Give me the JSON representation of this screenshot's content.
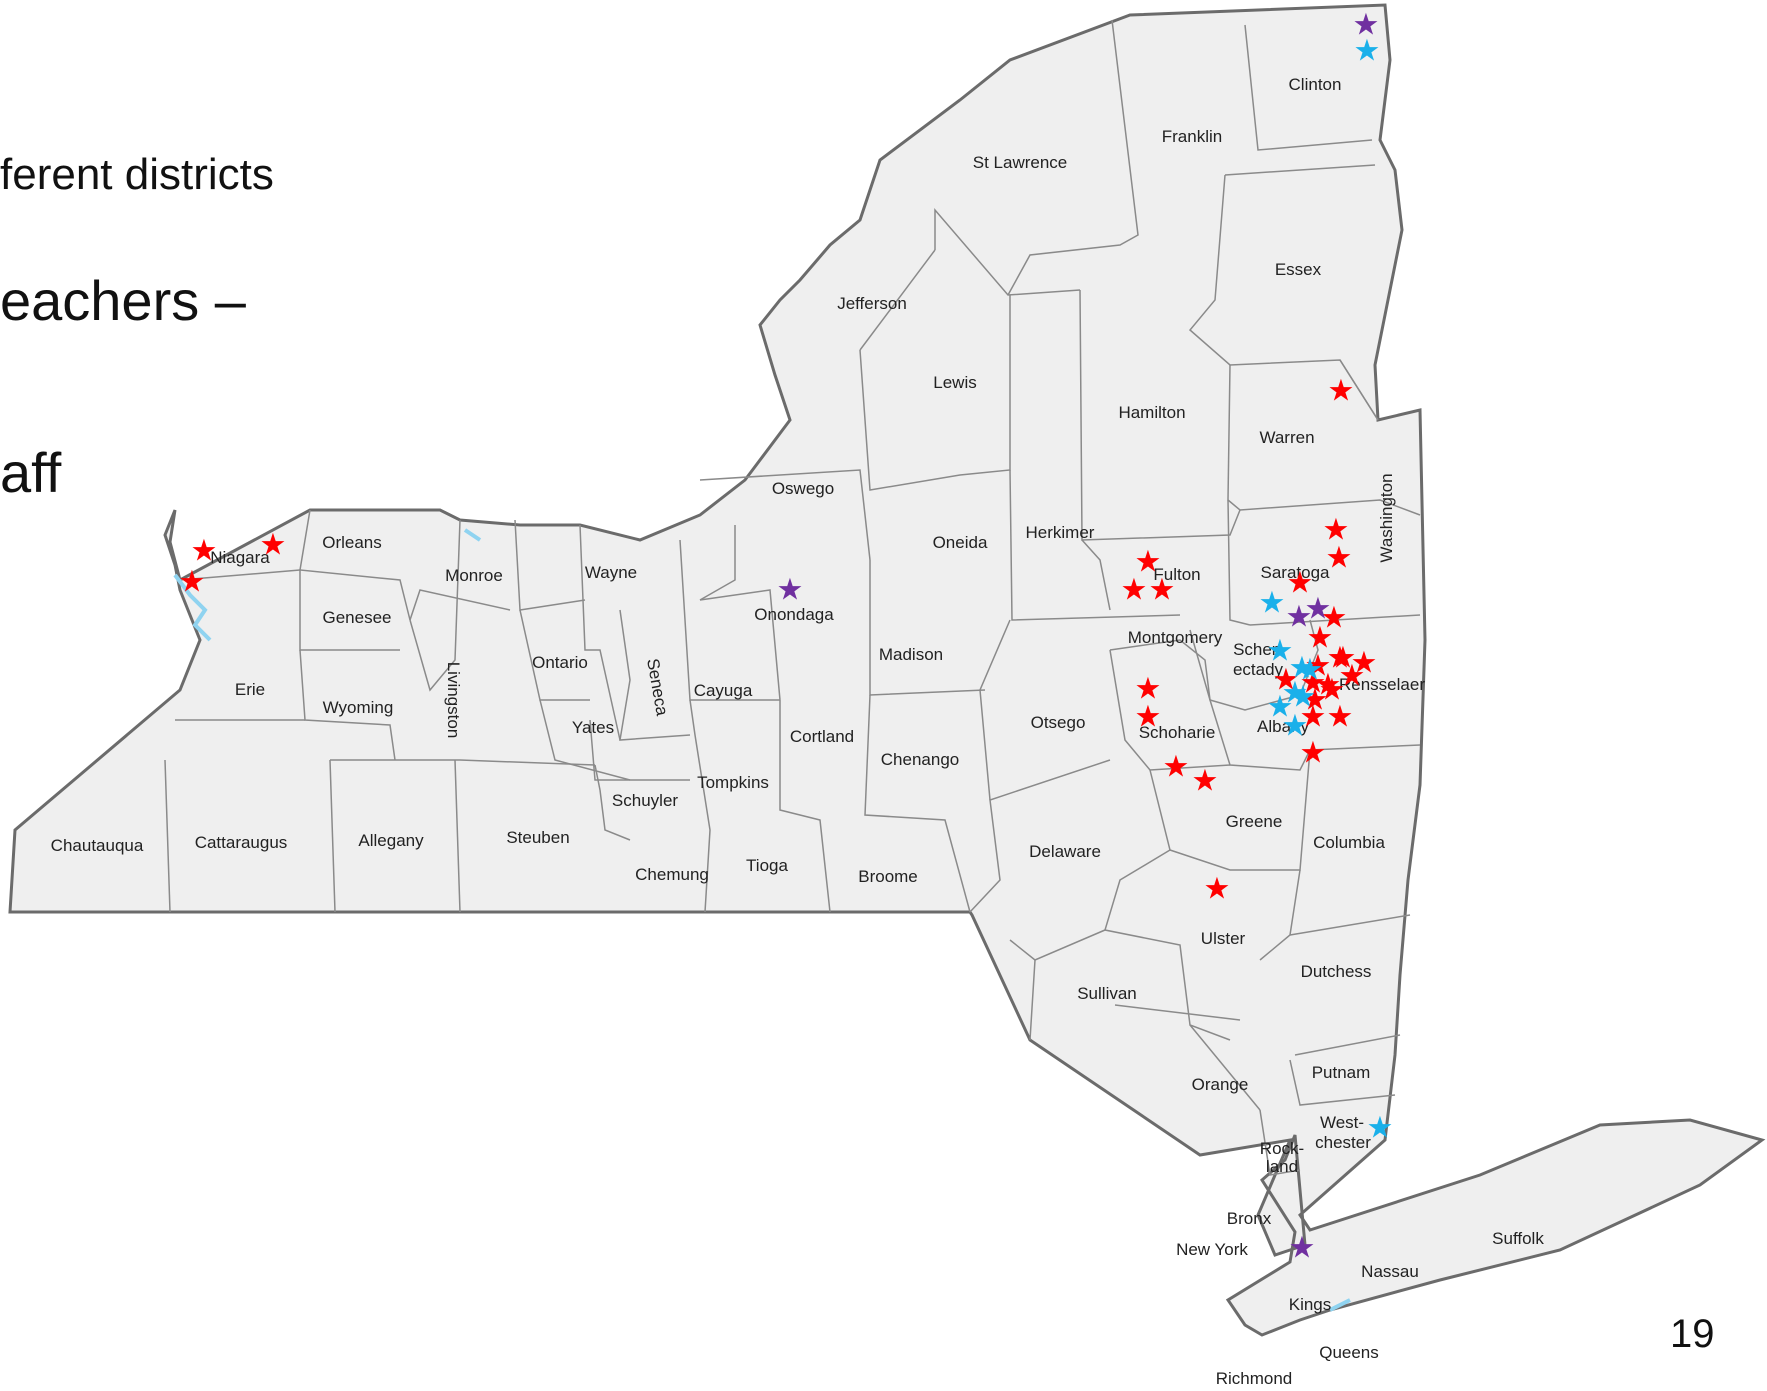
{
  "slide": {
    "bullets": [
      "ferent districts",
      "eachers –",
      "aff"
    ],
    "page_number": "19"
  },
  "colors": {
    "land": "#efefef",
    "border": "#6b6b6b",
    "water": "#8fd3f0",
    "star_red": "#ff0000",
    "star_blue": "#1ab0ea",
    "star_purple": "#7030a0"
  },
  "map": {
    "counties": [
      "Clinton",
      "Franklin",
      "St Lawrence",
      "Essex",
      "Jefferson",
      "Lewis",
      "Hamilton",
      "Warren",
      "Washington",
      "Oswego",
      "Herkimer",
      "Oneida",
      "Fulton",
      "Saratoga",
      "Orleans",
      "Niagara",
      "Monroe",
      "Wayne",
      "Onondaga",
      "Genesee",
      "Madison",
      "Montgomery",
      "Schen-",
      "ectady",
      "Rensselaer",
      "Ontario",
      "Erie",
      "Seneca",
      "Cayuga",
      "Wyoming",
      "Livingston",
      "Yates",
      "Cortland",
      "Otsego",
      "Schoharie",
      "Albany",
      "Chenango",
      "Tompkins",
      "Schuyler",
      "Greene",
      "Columbia",
      "Delaware",
      "Chautauqua",
      "Cattaraugus",
      "Allegany",
      "Steuben",
      "Chemung",
      "Tioga",
      "Broome",
      "Ulster",
      "Dutchess",
      "Sullivan",
      "Putnam",
      "Orange",
      "West-",
      "chester",
      "Rock-",
      "land",
      "Bronx",
      "New York",
      "Suffolk",
      "Nassau",
      "Kings",
      "Queens",
      "Richmond"
    ],
    "star_groups": [
      {
        "color": "red",
        "count": 30
      },
      {
        "color": "blue",
        "count": 10
      },
      {
        "color": "purple",
        "count": 5
      }
    ]
  }
}
